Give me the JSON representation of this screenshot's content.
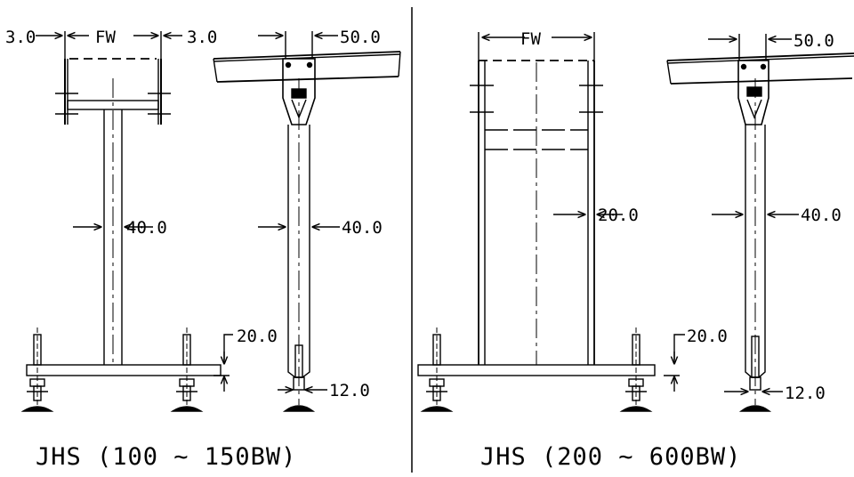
{
  "left_panel": {
    "caption": "JHS (100 ~ 150BW)",
    "front_view": {
      "dim_left": "3.0",
      "dim_width": "FW",
      "dim_right": "3.0",
      "dim_post": "40.0",
      "dim_base": "20.0"
    },
    "side_view": {
      "dim_top": "50.0",
      "dim_post": "40.0",
      "dim_foot": "12.0"
    }
  },
  "right_panel": {
    "caption": "JHS (200 ~ 600BW)",
    "front_view": {
      "dim_width": "FW",
      "dim_post": "20.0",
      "dim_base": "20.0"
    },
    "side_view": {
      "dim_top": "50.0",
      "dim_post": "40.0",
      "dim_foot": "12.0"
    }
  }
}
